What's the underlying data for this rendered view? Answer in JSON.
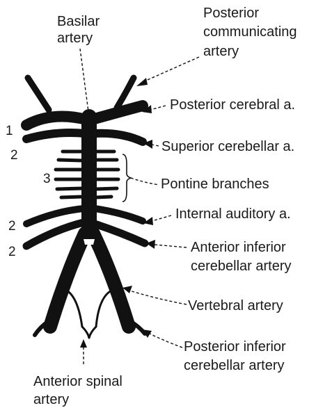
{
  "diagram": {
    "labels": {
      "basilar_line1": "Basilar",
      "basilar_line2": "artery",
      "pcomm_line1": "Posterior",
      "pcomm_line2": "communicating",
      "pcomm_line3": "artery",
      "pca": "Posterior cerebral a.",
      "sca": "Superior cerebellar a.",
      "pontine": "Pontine branches",
      "iaa": "Internal auditory a.",
      "aica_line1": "Anterior inferior",
      "aica_line2": "cerebellar artery",
      "vertebral": "Vertebral artery",
      "pica_line1": "Posterior inferior",
      "pica_line2": "cerebellar artery",
      "asa_line1": "Anterior spinal",
      "asa_line2": "artery"
    },
    "numbers": {
      "n1": "1",
      "n2a": "2",
      "n3": "3",
      "n2b": "2",
      "n2c": "2"
    },
    "colors": {
      "ink": "#111111",
      "background": "#ffffff"
    }
  }
}
